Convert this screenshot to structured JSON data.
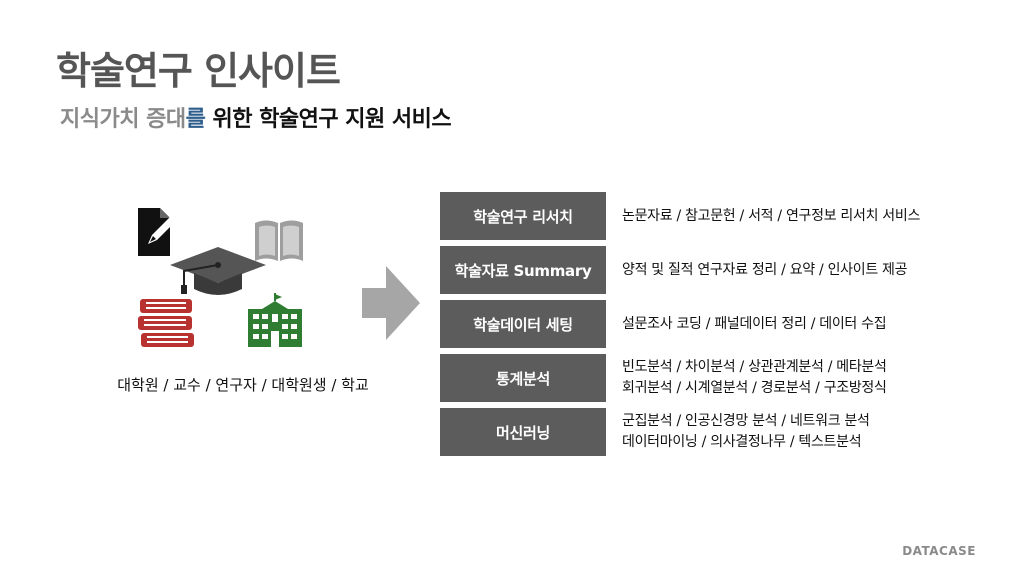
{
  "title": "학술연구 인사이트",
  "subtitle": {
    "part1": "지식가치 증대",
    "part2": "를",
    "part3": " 위한 학술연구 지원 서비스"
  },
  "audience": "대학원 / 교수 / 연구자 / 대학원생 / 학교",
  "services": [
    {
      "name": "학술연구 리서치",
      "lines": [
        "논문자료 / 참고문헌 / 서적 / 연구정보 리서치 서비스"
      ]
    },
    {
      "name": "학술자료 Summary",
      "lines": [
        "양적 및 질적 연구자료 정리 / 요약 / 인사이트 제공"
      ]
    },
    {
      "name": "학술데이터 세팅",
      "lines": [
        "설문조사 코딩 / 패널데이터 정리 / 데이터 수집"
      ]
    },
    {
      "name": "통계분석",
      "lines": [
        "빈도분석 / 차이분석 / 상관관계분석 / 메타분석",
        "회귀분석 / 시계열분석 / 경로분석 / 구조방정식"
      ]
    },
    {
      "name": "머신러닝",
      "lines": [
        "군집분석 / 인공신경망 분석 / 네트워크 분석",
        "데이터마이닝 / 의사결정나무 / 텍스트분석"
      ]
    }
  ],
  "brand": "DATACASE",
  "icons": [
    "document-pen-icon",
    "open-book-icon",
    "graduation-cap-icon",
    "book-stack-icon",
    "school-building-icon",
    "right-arrow-icon"
  ],
  "colors": {
    "box": "#5c5c5c",
    "accent": "#2e5e8c",
    "books": "#b8322f",
    "school": "#2e7d32"
  }
}
